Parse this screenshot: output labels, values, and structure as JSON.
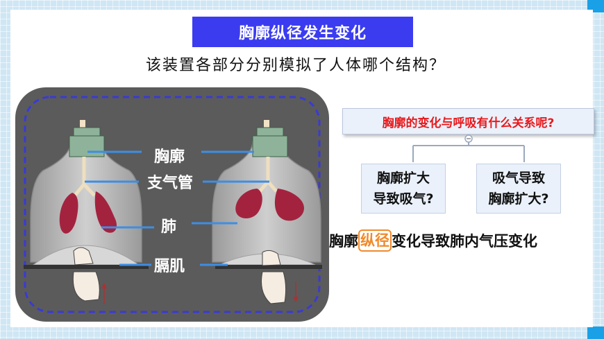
{
  "title": "胸廓纵径发生变化",
  "question": "该装置各部分分别模拟了人体哪个结构？",
  "apparatus": {
    "labels": {
      "chest": "胸廓",
      "trachea": "支气管",
      "lung": "肺",
      "diaphragm": "膈肌"
    }
  },
  "relation": {
    "question": "胸廓的变化与呼吸有什么关系呢?",
    "options": [
      {
        "line1": "胸廓扩大",
        "line2": "导致吸气?"
      },
      {
        "line1": "吸气导致",
        "line2": "胸廓扩大?"
      }
    ]
  },
  "conclusion": {
    "before": "胸廓",
    "highlight": "纵径",
    "after": "变化导致肺内气压变化"
  },
  "colors": {
    "title_bg": "#3b3cf0",
    "apparatus_bg": "#5b5b5b",
    "lung": "#a3233f",
    "pointer_line": "#3d8ee5",
    "dashed_border": "#3a3ad6",
    "question_red": "#e8191c",
    "highlight": "#f08a2a"
  }
}
